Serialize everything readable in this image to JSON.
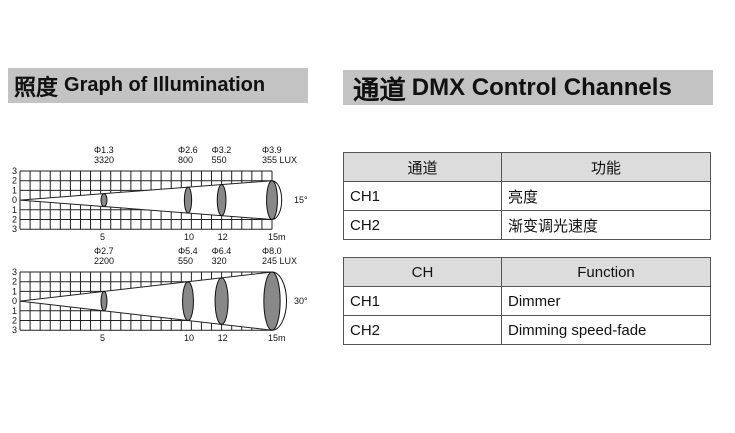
{
  "left_header": {
    "cn": "照度",
    "en": "Graph of Illumination"
  },
  "right_header": {
    "cn": "通道",
    "en": "DMX Control Channels"
  },
  "diagrams": [
    {
      "angle": "15°",
      "distances": [
        "5",
        "10",
        "12",
        "15m"
      ],
      "diameters": [
        "Φ1.3",
        "Φ2.6",
        "Φ3.2",
        "Φ3.9"
      ],
      "lux": [
        "3320",
        "800",
        "550",
        "355 LUX"
      ],
      "beam_radius_at_15m": 2.0,
      "y_ticks": [
        "3",
        "2",
        "1",
        "0",
        "1",
        "2",
        "3"
      ]
    },
    {
      "angle": "30°",
      "distances": [
        "5",
        "10",
        "12",
        "15m"
      ],
      "diameters": [
        "Φ2.7",
        "Φ5.4",
        "Φ6.4",
        "Φ8.0"
      ],
      "lux": [
        "2200",
        "550",
        "320",
        "245 LUX"
      ],
      "beam_radius_at_15m": 3.0,
      "y_ticks": [
        "3",
        "2",
        "1",
        "0",
        "1",
        "2",
        "3"
      ]
    }
  ],
  "table_cn": {
    "headers": [
      "通道",
      "功能"
    ],
    "rows": [
      [
        "CH1",
        "亮度"
      ],
      [
        "CH2",
        "渐变调光速度"
      ]
    ]
  },
  "table_en": {
    "headers": [
      "CH",
      "Function"
    ],
    "rows": [
      [
        "CH1",
        "Dimmer"
      ],
      [
        "CH2",
        "Dimming speed-fade"
      ]
    ]
  }
}
